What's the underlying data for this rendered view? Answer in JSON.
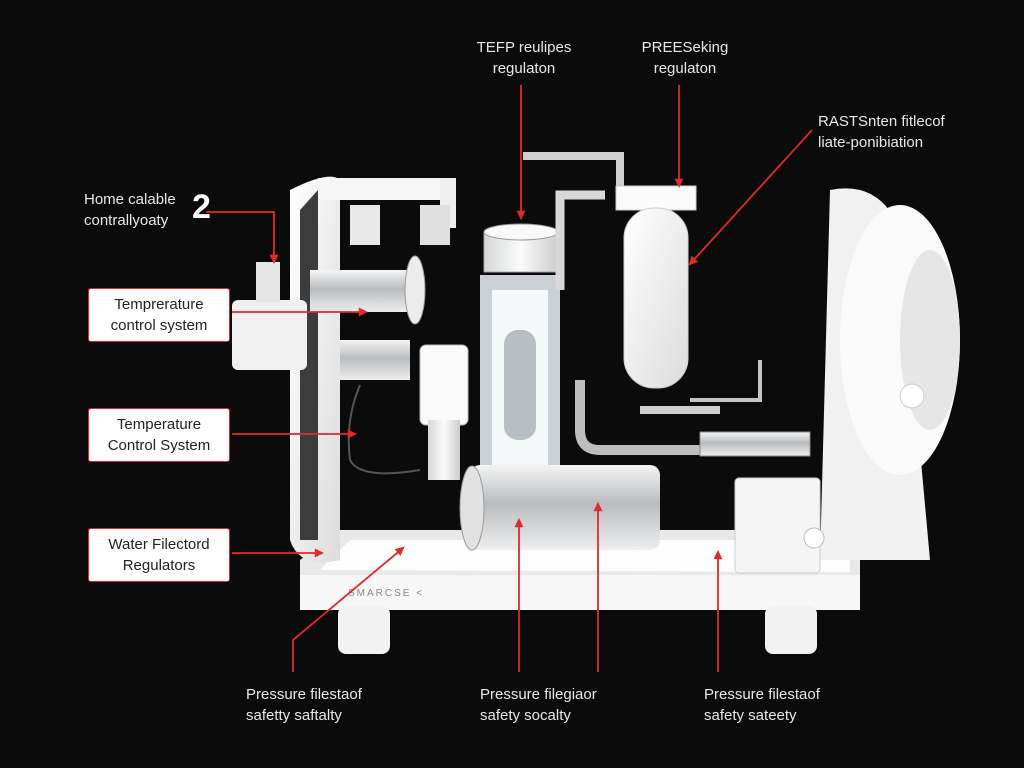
{
  "colors": {
    "background": "#0b0b0b",
    "leader": "#e02a2a",
    "body": "#f4f4f4",
    "label_box": "#ffffff"
  },
  "labels": {
    "top_left": {
      "line1": "TEFP reulipes",
      "line2": "regulaton"
    },
    "top_center": {
      "line1": "PREESeking",
      "line2": "regulaton"
    },
    "top_right": {
      "line1": "RASTSnten fitlecof",
      "line2": "liate-ponibiation"
    },
    "home": {
      "line1": "Home calable",
      "line2": "contrallyoaty",
      "badge": "2"
    },
    "temp1": {
      "line1": "Temprerature",
      "line2": "control system"
    },
    "temp2": {
      "line1": "Temperature",
      "line2": "Control System"
    },
    "water": {
      "line1": "Water Filectord",
      "line2": "Regulators"
    },
    "bottom_left": {
      "line1": "Pressure filestaof",
      "line2": "safetty saftalty"
    },
    "bottom_center": {
      "line1": "Pressure filegiaor",
      "line2": "safety socalty"
    },
    "bottom_right": {
      "line1": "Pressure filestaof",
      "line2": "safety sateety"
    }
  },
  "base_marking": "SMARCSE <"
}
